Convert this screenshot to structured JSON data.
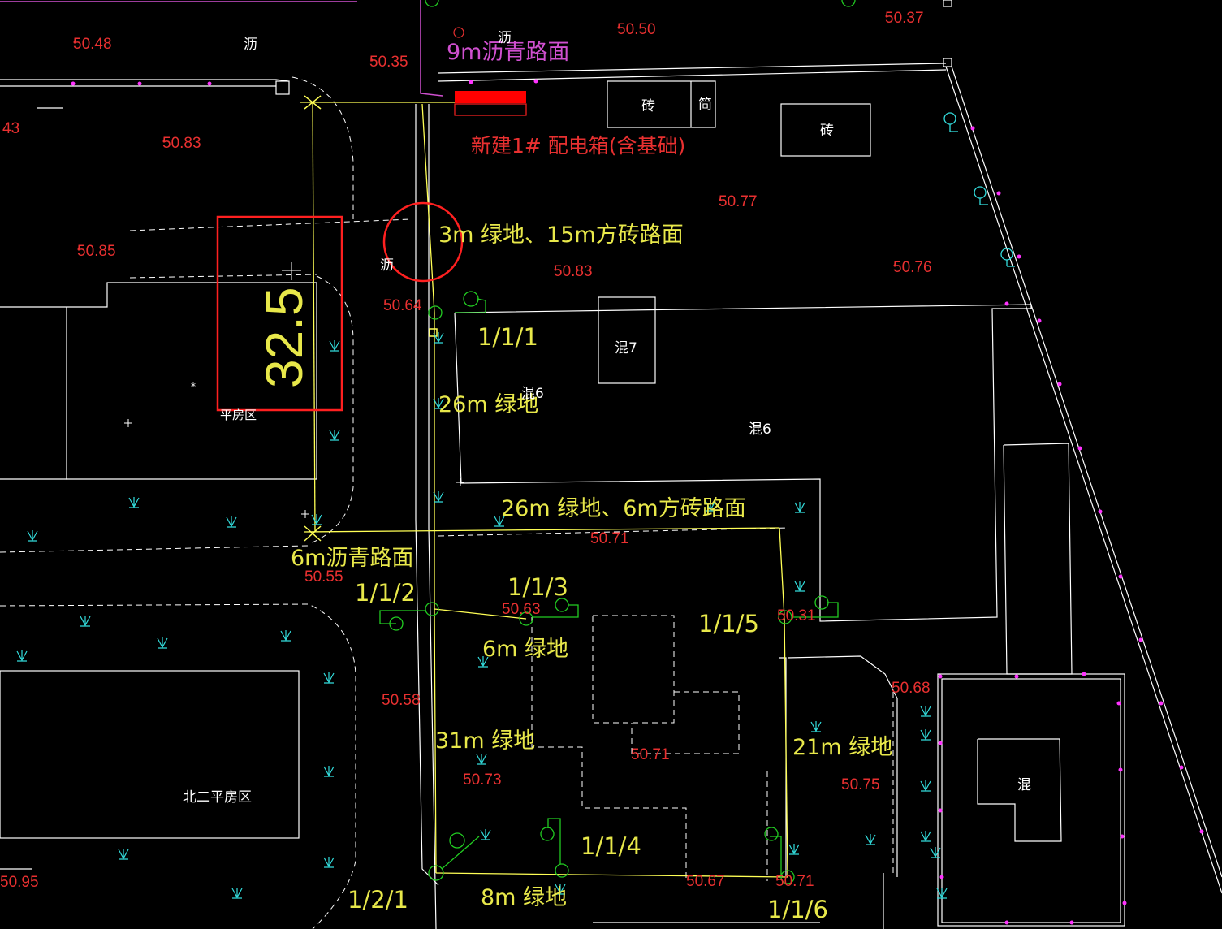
{
  "colors": {
    "background": "#000000",
    "elevation": "#e83030",
    "annotation_yellow": "#e8e84a",
    "magenta": "#d050d0",
    "boundary": "#ffffff",
    "cable": "#ffff55",
    "equipment": "#22cc22",
    "grass_symbol": "#33dddd",
    "new_box": "#ff0000",
    "highlight_box": "#ff2020"
  },
  "elevations": [
    "50.48",
    "50.35",
    "50.50",
    "50.37",
    "43",
    "50.83",
    "50.85",
    "50.77",
    "50.83",
    "50.76",
    "50.64",
    "50.71",
    "50.55",
    "50.63",
    "50.31",
    "50.58",
    "50.68",
    "50.71",
    "50.73",
    "50.75",
    "50.95",
    "50.67",
    "50.71"
  ],
  "route_labels": {
    "asphalt_9m": "9m沥青路面",
    "green_3m": "3m 绿地、15m方砖路面",
    "green_26m": "26m 绿地",
    "green_26m_tile": "26m 绿地、6m方砖路面",
    "asphalt_6m": "6m沥青路面",
    "green_6m": "6m 绿地",
    "green_31m": "31m 绿地",
    "green_21m": "21m 绿地",
    "green_8m": "8m 绿地"
  },
  "new_box_label": "新建1# 配电箱(含基础)",
  "highlight_number": "32.5",
  "node_labels": [
    "1/1/1",
    "1/1/2",
    "1/1/3",
    "1/1/4",
    "1/1/5",
    "1/1/6",
    "1/2/1"
  ],
  "building_labels": {
    "brick_a": "砖",
    "shed": "简",
    "brick_b": "砖",
    "concrete_7": "混7",
    "concrete_6a": "混6",
    "concrete_6b": "混6",
    "concrete": "混",
    "bungalow": "平房区",
    "north_bungalow": "北二平房区"
  },
  "surface_marks": {
    "asphalt_a": "沥",
    "asphalt_b": "沥",
    "asphalt_c": "沥"
  }
}
